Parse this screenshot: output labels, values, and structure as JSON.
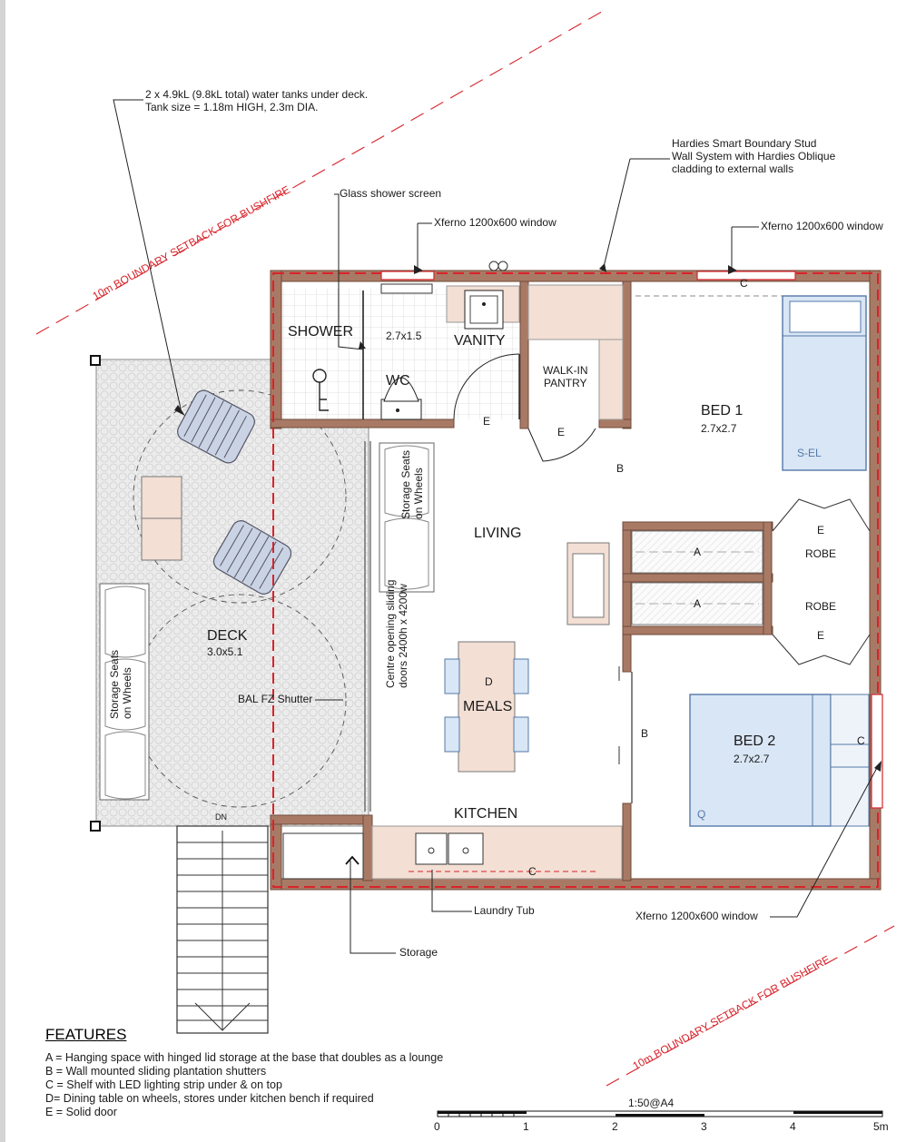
{
  "notes": {
    "tanks_line1": "2 x 4.9kL (9.8kL total) water tanks under deck.",
    "tanks_line2": "Tank size = 1.18m HIGH, 2.3m DIA.",
    "hardies_line1": "Hardies Smart Boundary Stud",
    "hardies_line2": "Wall System with Hardies Oblique",
    "hardies_line3": "cladding to external walls",
    "glass": "Glass shower screen",
    "window_top_left": "Xferno 1200x600 window",
    "window_top_right": "Xferno 1200x600 window",
    "window_bottom": "Xferno 1200x600 window",
    "laundry": "Laundry Tub",
    "storage": "Storage",
    "shutter": "BAL FZ Shutter",
    "setback": "10m BOUNDARY SETBACK FOR BUSHFIRE"
  },
  "rooms": {
    "shower": "SHOWER",
    "bath_size": "2.7x1.5",
    "vanity": "VANITY",
    "wc": "WC",
    "pantry_1": "WALK-IN",
    "pantry_2": "PANTRY",
    "bed1": "BED 1",
    "bed1_size": "2.7x2.7",
    "bed2": "BED 2",
    "bed2_size": "2.7x2.7",
    "living": "LIVING",
    "meals": "MEALS",
    "kitchen": "KITCHEN",
    "deck": "DECK",
    "deck_size": "3.0x5.1",
    "robe_1": "ROBE",
    "robe_2": "ROBE"
  },
  "markers": {
    "A": "A",
    "B": "B",
    "C": "C",
    "D": "D",
    "E": "E",
    "sel": "S-EL",
    "q": "Q",
    "dn": "DN"
  },
  "furniture": {
    "storage_seats_1": "Storage Seats",
    "storage_seats_2": "on Wheels",
    "sliding_1": "Centre opening sliding",
    "sliding_2": "doors 2400h x 4200w"
  },
  "features": {
    "title": "FEATURES",
    "items": [
      "A = Hanging space with hinged lid storage at the base that doubles as a lounge",
      "B = Wall mounted sliding plantation shutters",
      "C = Shelf with LED lighting strip under & on top",
      "D= Dining table on wheels, stores under kitchen bench if required",
      "E = Solid door"
    ]
  },
  "scale": {
    "label": "1:50@A4",
    "ticks": [
      "0",
      "1",
      "2",
      "3",
      "4",
      "5m"
    ]
  },
  "colors": {
    "wall": "#a87a66",
    "wall_dark": "#8a5a46",
    "boundary_red": "#d8232a",
    "deck_fill": "#e9e9e9",
    "furniture_fill": "#f3dfd4",
    "bed_fill": "#d9e6f5",
    "bed_stroke": "#5478a8",
    "line": "#2a2a2a"
  }
}
